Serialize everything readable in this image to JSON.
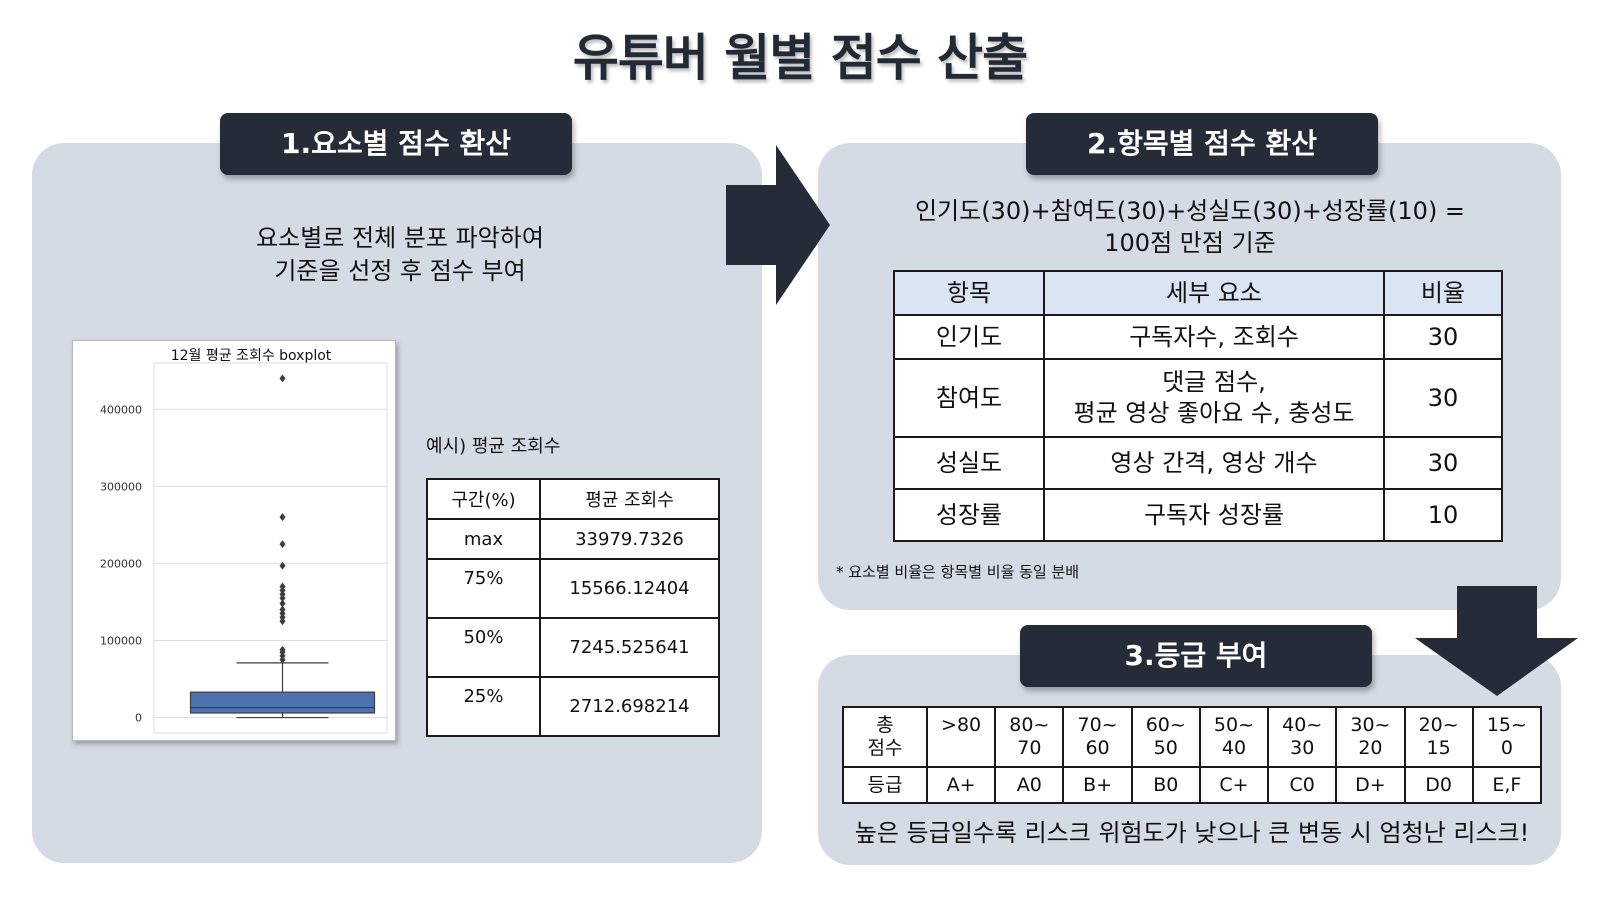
{
  "title": "유튜버 월별 점수 산출",
  "section1": {
    "badge": "1.요소별 점수 환산",
    "description_line1": "요소별로 전체 분포 파악하여",
    "description_line2": "기준을 선정 후 점수 부여",
    "example_label": "예시) 평균 조회수",
    "stats_table": {
      "headers": [
        "구간(%)",
        "평균 조회수"
      ],
      "rows": [
        [
          "max",
          "33979.7326"
        ],
        [
          "75%",
          "15566.12404"
        ],
        [
          "50%",
          "7245.525641"
        ],
        [
          "25%",
          "2712.698214"
        ]
      ]
    }
  },
  "section2": {
    "badge": "2.항목별 점수 환산",
    "formula_line1": "인기도(30)+참여도(30)+성실도(30)+성장률(10) =",
    "formula_line2": "100점 만점 기준",
    "table": {
      "headers": [
        "항목",
        "세부 요소",
        "비율"
      ],
      "rows": [
        {
          "item": "인기도",
          "detail1": "구독자수, 조회수",
          "detail2": "",
          "ratio": "30"
        },
        {
          "item": "참여도",
          "detail1": "댓글 점수,",
          "detail2": "평균 영상 좋아요 수, 충성도",
          "ratio": "30"
        },
        {
          "item": "성실도",
          "detail1": "영상 간격, 영상 개수",
          "detail2": "",
          "ratio": "30"
        },
        {
          "item": "성장률",
          "detail1": "구독자 성장률",
          "detail2": "",
          "ratio": "10"
        }
      ]
    },
    "footnote": "* 요소별 비율은 항목별 비율 동일 분배"
  },
  "section3": {
    "badge": "3.등급 부여",
    "score_header_1": "총",
    "score_header_2": "점수",
    "grade_header": "등급",
    "score_ranges": [
      [
        "&gt;80",
        ""
      ],
      [
        "80~",
        "70"
      ],
      [
        "70~",
        "60"
      ],
      [
        "60~",
        "50"
      ],
      [
        "50~",
        "40"
      ],
      [
        "40~",
        "30"
      ],
      [
        "30~",
        "20"
      ],
      [
        "20~",
        "15"
      ],
      [
        "15~",
        "0"
      ]
    ],
    "grades": [
      "A+",
      "A0",
      "B+",
      "B0",
      "C+",
      "C0",
      "D+",
      "D0",
      "E,F"
    ],
    "note": "높은 등급일수록 리스크 위험도가 낮으나 큰 변동 시 엄청난 리스크!"
  },
  "chart_data": {
    "type": "boxplot",
    "title": "12월 평균 조회수 boxplot",
    "ylim": [
      -20000,
      460000
    ],
    "yticks": [
      0,
      100000,
      200000,
      300000,
      400000
    ],
    "ytick_labels": [
      "0",
      "100000",
      "200000",
      "300000",
      "400000"
    ],
    "box": {
      "whisker_low": 0,
      "q1": 6000,
      "median": 13000,
      "q3": 33000,
      "whisker_high": 71000
    },
    "outliers": [
      75000,
      80000,
      85000,
      88000,
      125000,
      130000,
      135000,
      140000,
      148000,
      155000,
      160000,
      165000,
      170000,
      197000,
      225000,
      260000,
      440000
    ],
    "box_color": "#4c72b0",
    "grid": true
  },
  "colors": {
    "panel_bg": "#d5dbe5",
    "badge_bg": "#252c38",
    "header_cell_bg": "#dbe4f3"
  }
}
